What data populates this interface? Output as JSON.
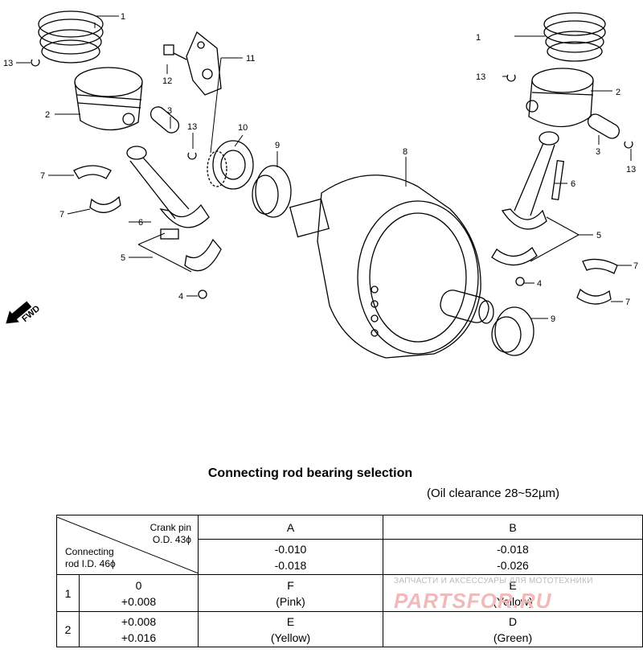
{
  "diagram": {
    "fwd_label": "FWD",
    "callouts": {
      "l1": "1",
      "l13a": "13",
      "l2": "2",
      "l3": "3",
      "l13b": "13",
      "l12": "12",
      "l11": "11",
      "l10": "10",
      "l9a": "9",
      "l8": "8",
      "l7a": "7",
      "l7b": "7",
      "l6a": "6",
      "l5a": "5",
      "l4a": "4",
      "r1": "1",
      "r13a": "13",
      "r2": "2",
      "r3": "3",
      "r13b": "13",
      "r6": "6",
      "r5": "5",
      "r4": "4",
      "r7a": "7",
      "r7b": "7",
      "r9": "9"
    }
  },
  "table": {
    "title": "Connecting rod bearing selection",
    "subtitle": "(Oil clearance 28~52µm)",
    "corner_top": [
      "Crank pin",
      "O.D. 43ϕ"
    ],
    "corner_bottom": [
      "Connecting",
      "rod I.D. 46ϕ"
    ],
    "cols": [
      {
        "code": "A",
        "tol_upper": "-0.010",
        "tol_lower": "-0.018"
      },
      {
        "code": "B",
        "tol_upper": "-0.018",
        "tol_lower": "-0.026"
      }
    ],
    "rows": [
      {
        "code": "1",
        "tol_upper": "0",
        "tol_lower": "+0.008",
        "cells": [
          {
            "letter": "F",
            "color": "(Pink)"
          },
          {
            "letter": "E",
            "color": "(Yellow)"
          }
        ]
      },
      {
        "code": "2",
        "tol_upper": "+0.008",
        "tol_lower": "+0.016",
        "cells": [
          {
            "letter": "E",
            "color": "(Yellow)"
          },
          {
            "letter": "D",
            "color": "(Green)"
          }
        ]
      }
    ]
  },
  "watermark": {
    "line1": "ЗАПЧАСТИ И АКСЕССУАРЫ ДЛЯ МОТОТЕХНИКИ",
    "line2": "PARTSFOR.RU"
  }
}
